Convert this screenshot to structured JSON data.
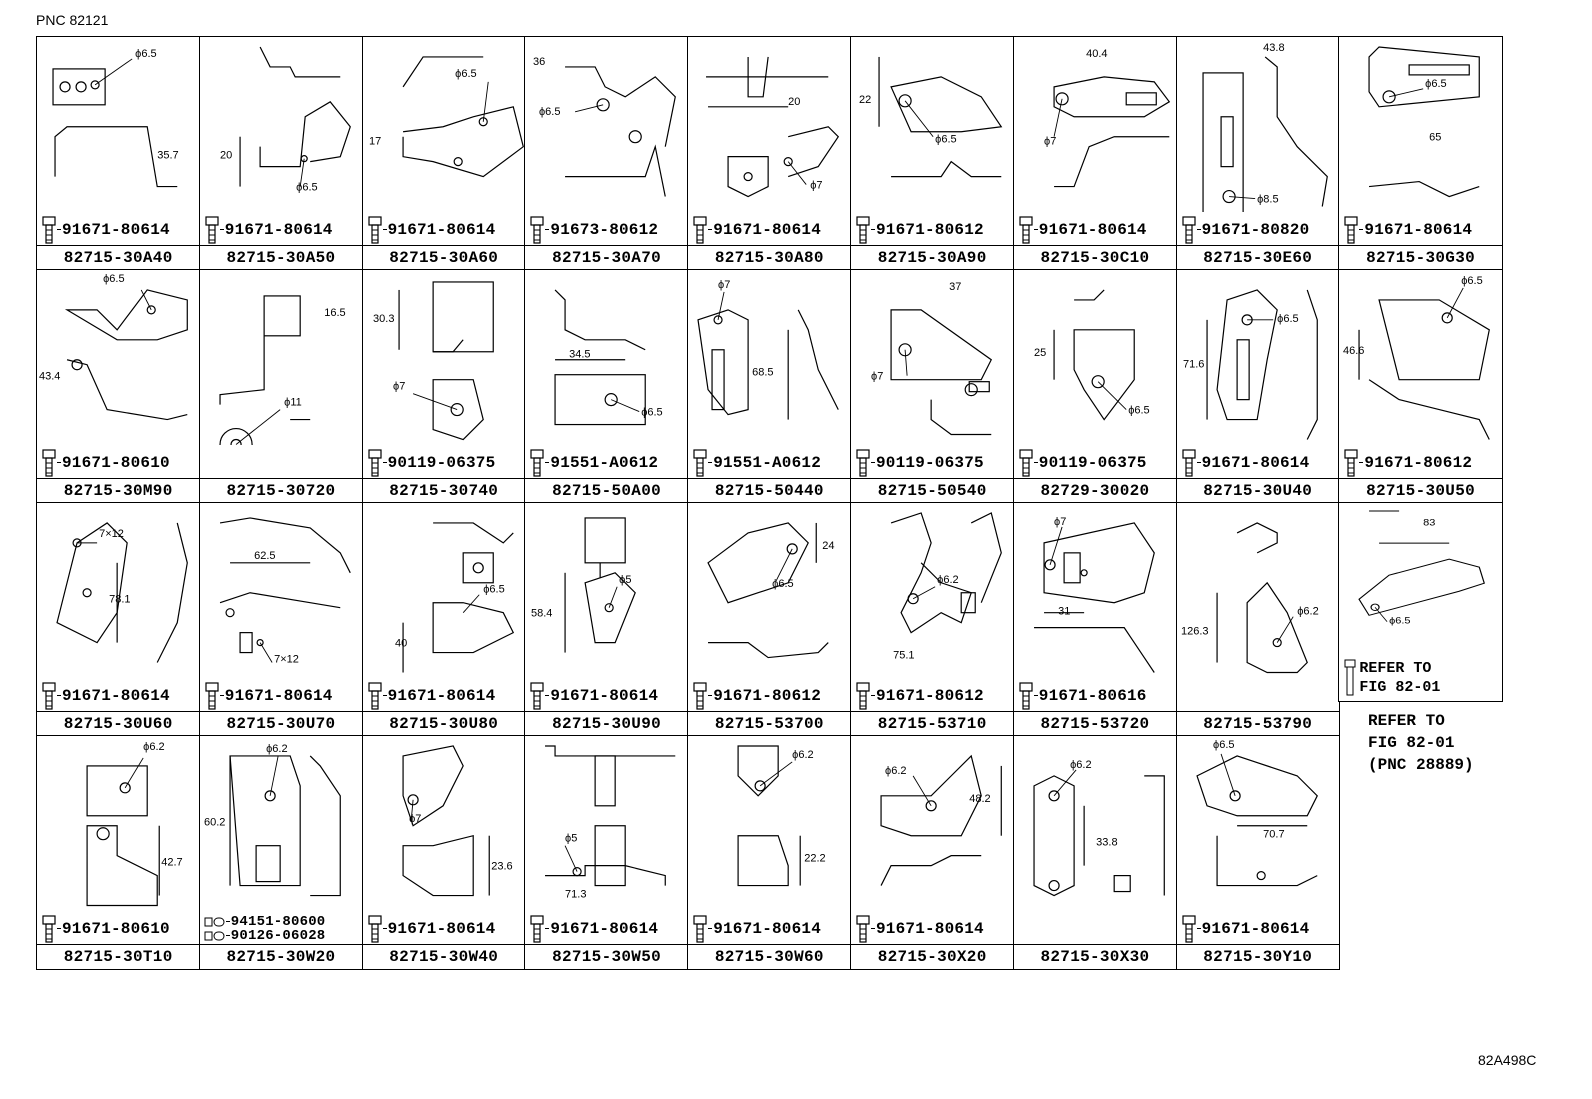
{
  "header": {
    "pnc_label": "PNC 82121"
  },
  "footer": {
    "figure_code": "82A498C"
  },
  "cells": [
    {
      "assy": "82715-30A40",
      "part": "91671-80614",
      "dims": [
        "ϕ6.5",
        "35.7"
      ]
    },
    {
      "assy": "82715-30A50",
      "part": "91671-80614",
      "dims": [
        "20",
        "ϕ6.5"
      ]
    },
    {
      "assy": "82715-30A60",
      "part": "91671-80614",
      "dims": [
        "ϕ6.5",
        "17"
      ]
    },
    {
      "assy": "82715-30A70",
      "part": "91673-80612",
      "dims": [
        "36",
        "ϕ6.5"
      ]
    },
    {
      "assy": "82715-30A80",
      "part": "91671-80614",
      "dims": [
        "20",
        "ϕ7"
      ]
    },
    {
      "assy": "82715-30A90",
      "part": "91671-80612",
      "dims": [
        "22",
        "ϕ6.5"
      ]
    },
    {
      "assy": "82715-30C10",
      "part": "91671-80614",
      "dims": [
        "40.4",
        "ϕ7"
      ]
    },
    {
      "assy": "82715-30E60",
      "part": "91671-80820",
      "dims": [
        "43.8",
        "ϕ8.5"
      ]
    },
    {
      "assy": "82715-30G30",
      "part": "91671-80614",
      "dims": [
        "ϕ6.5",
        "65"
      ]
    },
    {
      "assy": "82715-30M90",
      "part": "91671-80610",
      "dims": [
        "ϕ6.5",
        "43.4"
      ]
    },
    {
      "assy": "82715-30720",
      "part": "",
      "dims": [
        "16.5",
        "ϕ11"
      ]
    },
    {
      "assy": "82715-30740",
      "part": "90119-06375",
      "dims": [
        "30.3",
        "ϕ7"
      ]
    },
    {
      "assy": "82715-50A00",
      "part": "91551-A0612",
      "dims": [
        "34.5",
        "ϕ6.5"
      ]
    },
    {
      "assy": "82715-50440",
      "part": "91551-A0612",
      "dims": [
        "ϕ7",
        "68.5"
      ]
    },
    {
      "assy": "82715-50540",
      "part": "90119-06375",
      "dims": [
        "37",
        "ϕ7"
      ]
    },
    {
      "assy": "82729-30020",
      "part": "90119-06375",
      "dims": [
        "25",
        "ϕ6.5"
      ]
    },
    {
      "assy": "82715-30U40",
      "part": "91671-80614",
      "dims": [
        "71.6",
        "ϕ6.5"
      ]
    },
    {
      "assy": "82715-30U50",
      "part": "91671-80612",
      "dims": [
        "ϕ6.5",
        "46.6"
      ]
    },
    {
      "assy": "82715-30U60",
      "part": "91671-80614",
      "dims": [
        "7×12",
        "78.1"
      ]
    },
    {
      "assy": "82715-30U70",
      "part": "91671-80614",
      "dims": [
        "62.5",
        "7×12"
      ]
    },
    {
      "assy": "82715-30U80",
      "part": "91671-80614",
      "dims": [
        "ϕ6.5",
        "40"
      ]
    },
    {
      "assy": "82715-30U90",
      "part": "91671-80614",
      "dims": [
        "ϕ5",
        "58.4"
      ]
    },
    {
      "assy": "82715-53700",
      "part": "91671-80612",
      "dims": [
        "24",
        "ϕ6.5"
      ]
    },
    {
      "assy": "82715-53710",
      "part": "91671-80612",
      "dims": [
        "ϕ6.2",
        "75.1"
      ]
    },
    {
      "assy": "82715-53720",
      "part": "91671-80616",
      "dims": [
        "ϕ7",
        "31"
      ]
    },
    {
      "assy": "82715-53790",
      "part": "",
      "dims": [
        "126.3",
        "ϕ6.2"
      ]
    },
    {
      "assy": "",
      "part": "",
      "dims": [
        "83",
        "ϕ6.5"
      ],
      "refer": "REFER TO\nFIG 82-01"
    },
    {
      "assy": "82715-30T10",
      "part": "91671-80610",
      "dims": [
        "ϕ6.2",
        "42.7"
      ]
    },
    {
      "assy": "82715-30W20",
      "part": "94151-80600",
      "part2": "90126-06028",
      "dims": [
        "ϕ6.2",
        "60.2"
      ]
    },
    {
      "assy": "82715-30W40",
      "part": "91671-80614",
      "dims": [
        "ϕ7",
        "23.6"
      ]
    },
    {
      "assy": "82715-30W50",
      "part": "91671-80614",
      "dims": [
        "ϕ5",
        "71.3"
      ]
    },
    {
      "assy": "82715-30W60",
      "part": "91671-80614",
      "dims": [
        "ϕ6.2",
        "22.2"
      ]
    },
    {
      "assy": "82715-30X20",
      "part": "91671-80614",
      "dims": [
        "ϕ6.2",
        "48.2"
      ]
    },
    {
      "assy": "82715-30X30",
      "part": "",
      "dims": [
        "ϕ6.2",
        "33.8"
      ]
    },
    {
      "assy": "82715-30Y10",
      "part": "91671-80614",
      "dims": [
        "ϕ6.5",
        "70.7"
      ]
    }
  ],
  "external_note": "REFER TO\nFIG 82-01\n(PNC 28889)"
}
